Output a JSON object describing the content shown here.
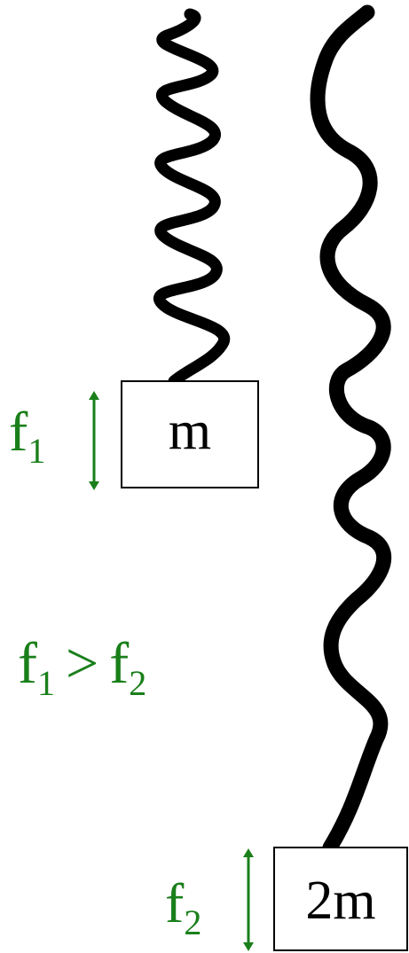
{
  "masses": {
    "small": {
      "label": "m"
    },
    "large": {
      "label": "2m"
    }
  },
  "frequencies": {
    "f1": {
      "base": "f",
      "sub": "1"
    },
    "f2": {
      "base": "f",
      "sub": "2"
    }
  },
  "relation": {
    "left_base": "f",
    "left_sub": "1",
    "operator": ">",
    "right_base": "f",
    "right_sub": "2"
  },
  "colors": {
    "spring": "#000000",
    "accent": "#1a7f1a",
    "box_stroke": "#000000",
    "text": "#000000"
  }
}
